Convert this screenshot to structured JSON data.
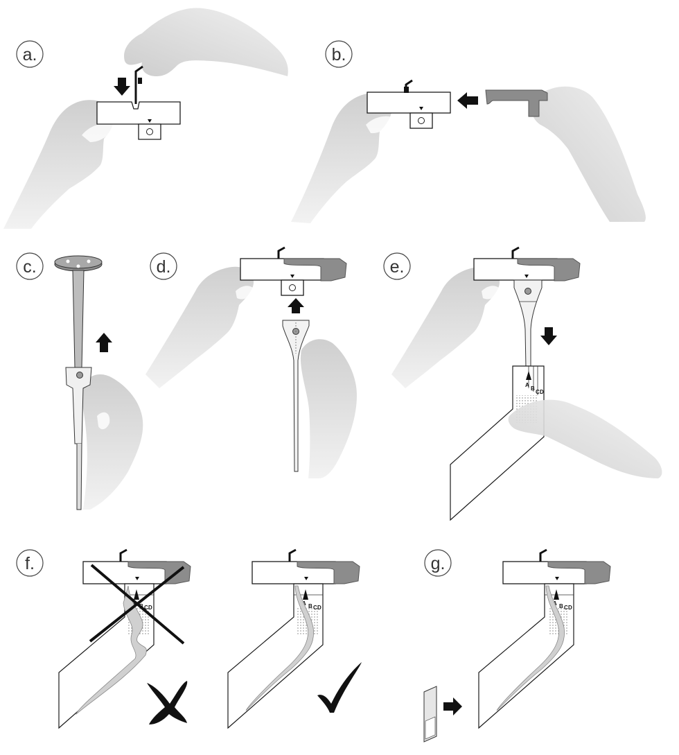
{
  "steps": [
    {
      "id": "a",
      "label": "a."
    },
    {
      "id": "b",
      "label": "b."
    },
    {
      "id": "c",
      "label": "c."
    },
    {
      "id": "d",
      "label": "d."
    },
    {
      "id": "e",
      "label": "e."
    },
    {
      "id": "f",
      "label": "f."
    },
    {
      "id": "g",
      "label": "g."
    }
  ],
  "marks": {
    "A": "A",
    "B": "B",
    "C": "C",
    "D": "D"
  },
  "colors": {
    "hand": "#d9d9d9",
    "holder": "#8c8c8c",
    "outline": "#1a1a1a",
    "arrow": "#111111",
    "paper": "#ffffff",
    "sample": "#c8c8c8"
  },
  "icons": {
    "wrong": "cross-icon",
    "right": "check-icon",
    "push": "arrow-icon"
  }
}
